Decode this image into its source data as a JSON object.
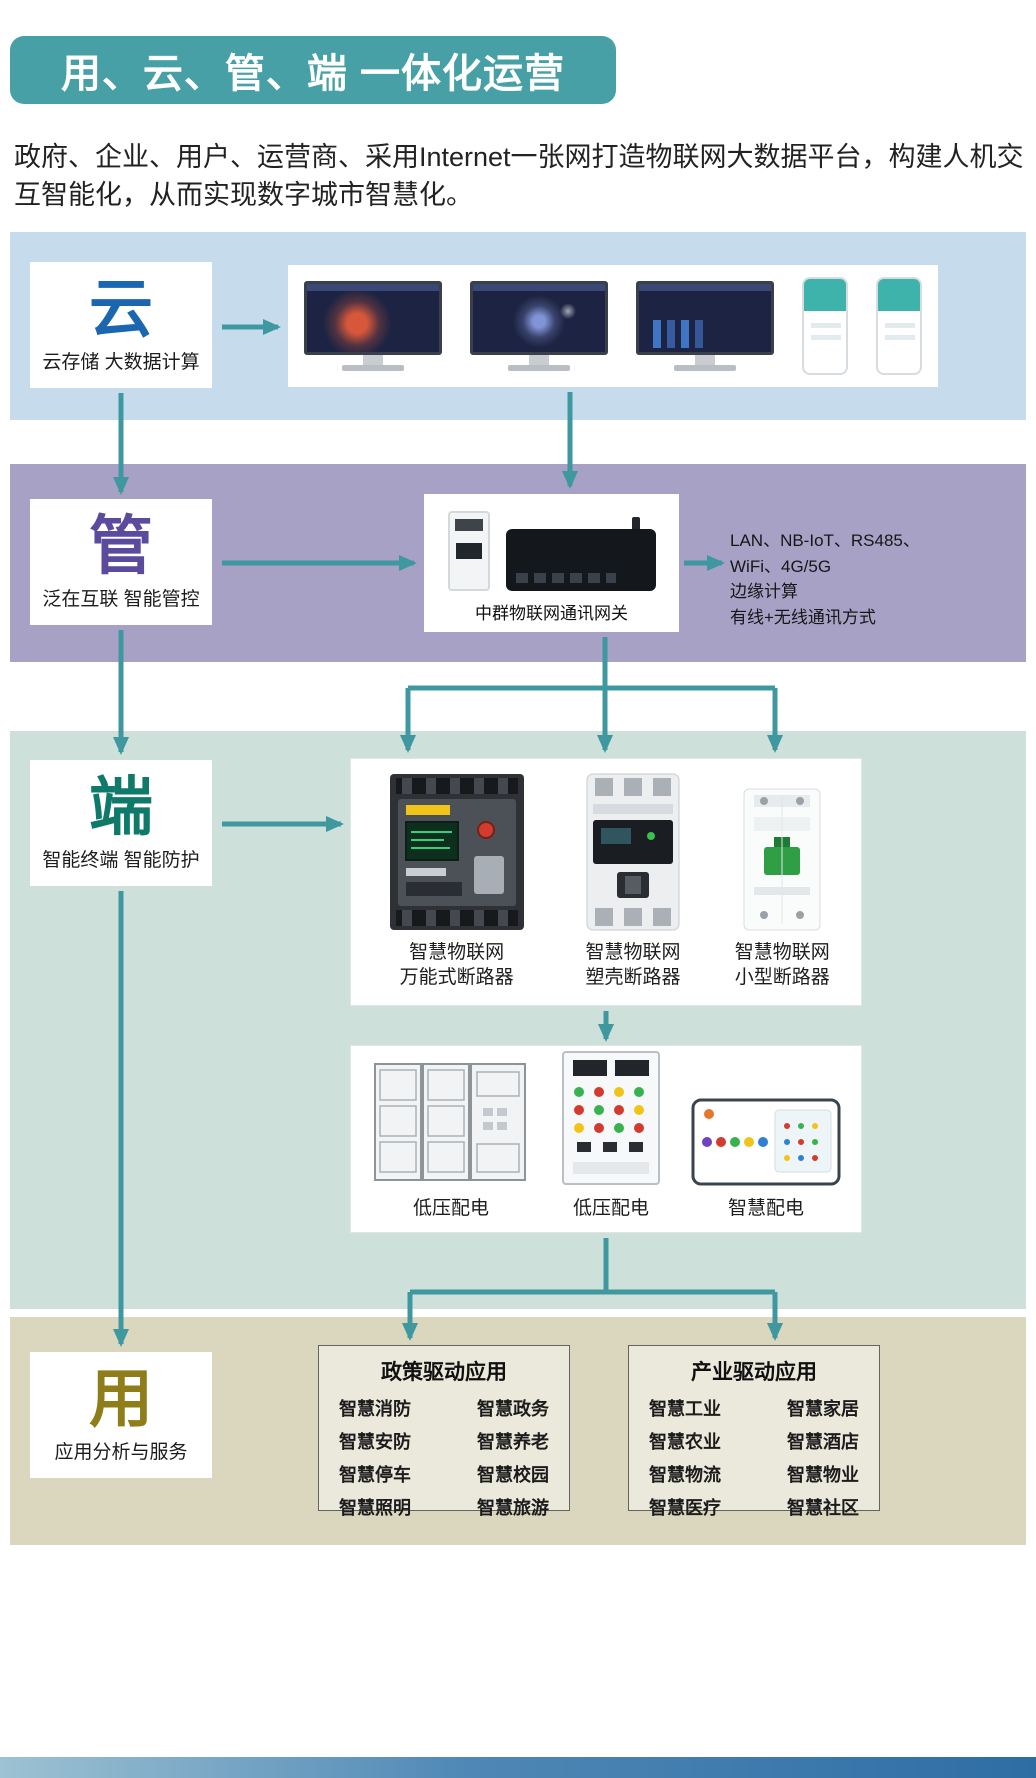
{
  "header": {
    "title": "用、云、管、端 一体化运营",
    "intro": "政府、企业、用户、运营商、采用Internet一张网打造物联网大数据平台，构建人机交互智能化，从而实现数字城市智慧化。"
  },
  "cloud_layer": {
    "letter": "云",
    "subtitle": "云存储 大数据计算"
  },
  "pipe_layer": {
    "letter": "管",
    "subtitle": "泛在互联 智能管控",
    "gateway_caption": "中群物联网通讯网关",
    "comm_line1": "LAN、NB-IoT、RS485、",
    "comm_line2": "WiFi、4G/5G",
    "comm_line3": "边缘计算",
    "comm_line4": "有线+无线通讯方式"
  },
  "terminal_layer": {
    "letter": "端",
    "subtitle": "智能终端 智能防护",
    "breakers": [
      {
        "line1": "智慧物联网",
        "line2": "万能式断路器"
      },
      {
        "line1": "智慧物联网",
        "line2": "塑壳断路器"
      },
      {
        "line1": "智慧物联网",
        "line2": "小型断路器"
      }
    ],
    "panels": [
      {
        "label": "低压配电"
      },
      {
        "label": "低压配电"
      },
      {
        "label": "智慧配电"
      }
    ]
  },
  "app_layer": {
    "letter": "用",
    "subtitle": "应用分析与服务",
    "policy_box": {
      "title": "政策驱动应用",
      "col1": [
        "智慧消防",
        "智慧安防",
        "智慧停车",
        "智慧照明"
      ],
      "col2": [
        "智慧政务",
        "智慧养老",
        "智慧校园",
        "智慧旅游"
      ]
    },
    "industry_box": {
      "title": "产业驱动应用",
      "col1": [
        "智慧工业",
        "智慧农业",
        "智慧物流",
        "智慧医疗"
      ],
      "col2": [
        "智慧家居",
        "智慧酒店",
        "智慧物业",
        "智慧社区"
      ]
    }
  },
  "colors": {
    "banner": "#46A0A6",
    "cloud_bg": "#C6DBEB",
    "pipe_bg": "#A7A1C6",
    "terminal_bg": "#CDE0D9",
    "app_bg": "#DBD7BF",
    "arrow": "#3F98A0",
    "cloud_letter": "#1B66B0",
    "pipe_letter": "#5A4B9C",
    "terminal_letter": "#0F7A6A",
    "app_letter": "#8F7D1A"
  }
}
